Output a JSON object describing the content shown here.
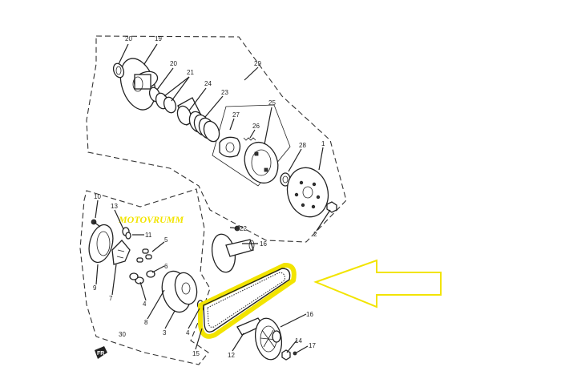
{
  "watermark": "MOTOVRUMM",
  "front_marker": "FR",
  "highlight_color": "#f2e400",
  "part_numbers": {
    "p20a": "20",
    "p19": "19",
    "p20b": "20",
    "p21": "21",
    "p24": "24",
    "p23": "23",
    "p29": "29",
    "p25": "25",
    "p27": "27",
    "p26": "26",
    "p28": "28",
    "p1": "1",
    "p2": "2",
    "p10": "10",
    "p13": "13",
    "p11": "11",
    "p5": "5",
    "p22": "22",
    "p16a": "16",
    "p9": "9",
    "p7": "7",
    "p6": "6",
    "p4a": "4",
    "p8": "8",
    "p3": "3",
    "p4b": "4",
    "p30": "30",
    "p15": "15",
    "p12": "12",
    "p16b": "16",
    "p14": "14",
    "p17": "17"
  }
}
